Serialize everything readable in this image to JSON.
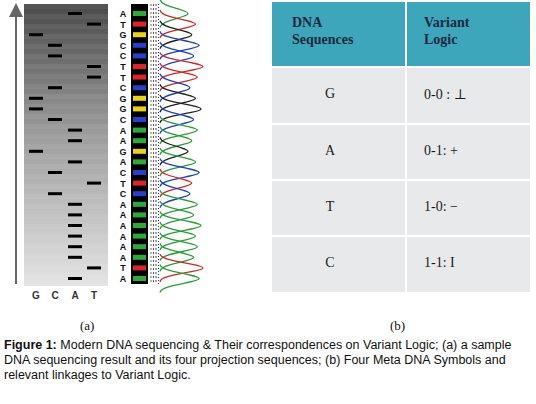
{
  "diagram": {
    "caption": "Figure 1: Modern DNA sequencing & Their correspondences on Variant Logic; (a) a sample DNA sequencing result and its four projection sequences; (b) Four Meta DNA Symbols and relevant linkages to Variant Logic.",
    "labels": [
      "A",
      "T",
      "G",
      "C",
      "C",
      "T",
      "T",
      "C",
      "G",
      "G",
      "C",
      "A",
      "A",
      "G",
      "A",
      "C",
      "T",
      "C",
      "A",
      "A",
      "A",
      "A",
      "A",
      "A",
      "T",
      "A",
      "G",
      "C",
      "A",
      "T",
      "DNA Sequences",
      "Variant Logic",
      "G",
      "0-0 : ⊥",
      "A",
      "0-1: +",
      "T",
      "1-0: −",
      "C",
      "1-1: I",
      "(a)",
      "(b)"
    ]
  }
}
